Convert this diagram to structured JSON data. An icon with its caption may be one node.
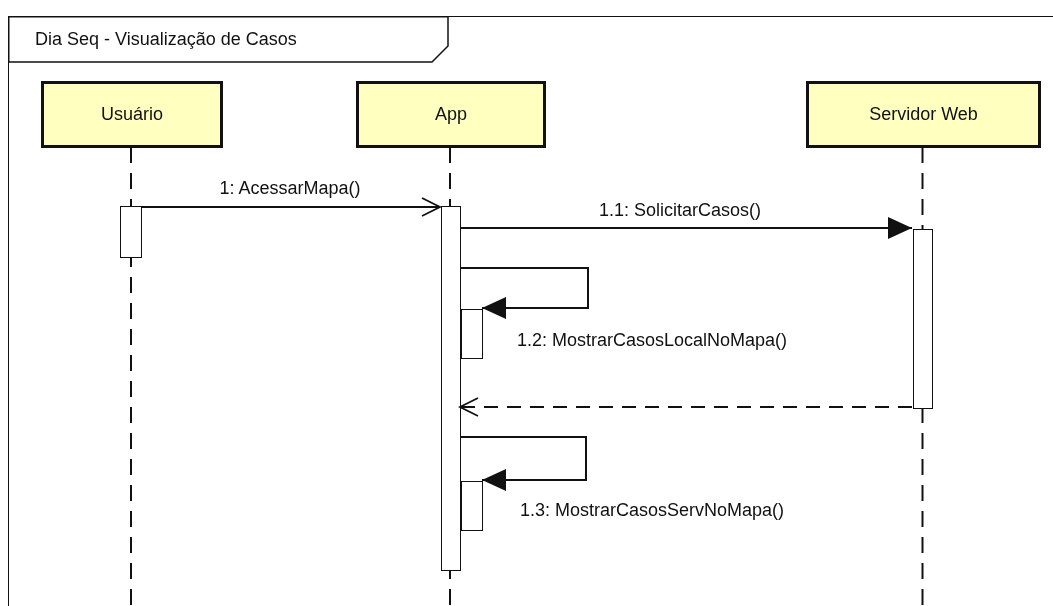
{
  "diagram": {
    "nodes": [
      {
        "text": [
          "Dia Seq - Visualização de Casos"
        ]
      },
      {
        "text": [
          "Usuário"
        ],
        "in": 0
      },
      {
        "text": [
          "App"
        ],
        "in": 0
      },
      {
        "text": [
          "Servidor Web"
        ],
        "in": 0
      },
      {
        "text": [],
        "shape": "bar",
        "in": 0
      },
      {
        "text": [],
        "shape": "bar",
        "in": 0
      },
      {
        "text": [],
        "shape": "bar",
        "in": 0
      },
      {
        "text": [],
        "shape": "bar",
        "in": 0
      },
      {
        "text": [],
        "shape": "bar",
        "in": 0
      }
    ],
    "edges": [
      {
        "from": 4,
        "to": 5,
        "arrow": "to",
        "label": "1: AcessarMapa()"
      },
      {
        "from": 5,
        "to": 6,
        "arrow": "to",
        "label": "1.1: SolicitarCasos()"
      },
      {
        "from": 5,
        "to": 7,
        "arrow": "to",
        "label": "1.2: MostrarCasosLocalNoMapa()"
      },
      {
        "from": 6,
        "to": 5,
        "arrow": "to",
        "style": "dashed"
      },
      {
        "from": 5,
        "to": 8,
        "arrow": "to",
        "label": "1.3: MostrarCasosServNoMapa()"
      }
    ]
  }
}
